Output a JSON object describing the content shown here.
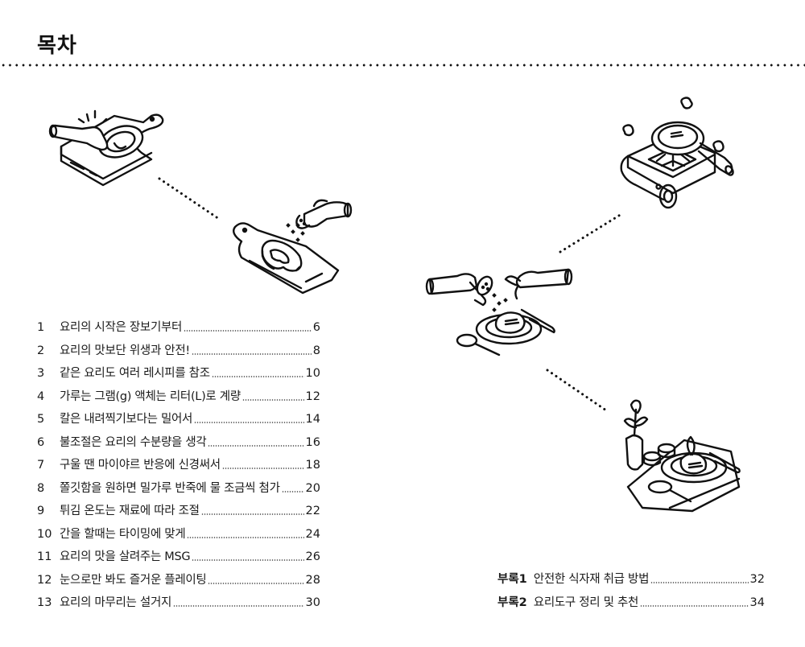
{
  "page": {
    "title": "목차"
  },
  "toc": [
    {
      "num": "1",
      "label": "요리의 시작은 장보기부터",
      "page": "6"
    },
    {
      "num": "2",
      "label": "요리의 맛보단 위생과 안전!",
      "page": "8"
    },
    {
      "num": "3",
      "label": "같은 요리도 여러 레시피를 참조",
      "page": "10"
    },
    {
      "num": "4",
      "label": "가루는 그램(g) 액체는 리터(L)로 계량",
      "page": "12"
    },
    {
      "num": "5",
      "label": "칼은 내려찍기보다는 밀어서",
      "page": "14"
    },
    {
      "num": "6",
      "label": "불조절은 요리의 수분량을 생각",
      "page": "16"
    },
    {
      "num": "7",
      "label": "구울 땐 마이야르 반응에 신경써서",
      "page": "18"
    },
    {
      "num": "8",
      "label": "쫄깃함을 원하면 밀가루 반죽에 물 조금씩 첨가",
      "page": "20"
    },
    {
      "num": "9",
      "label": "튀김 온도는 재료에 따라 조절",
      "page": "22"
    },
    {
      "num": "10",
      "label": "간을 할때는 타이밍에 맞게",
      "page": "24"
    },
    {
      "num": "11",
      "label": "요리의 맛을 살려주는 MSG",
      "page": "26"
    },
    {
      "num": "12",
      "label": "눈으로만 봐도 즐거운 플레이팅",
      "page": "28"
    },
    {
      "num": "13",
      "label": "요리의 마무리는 설거지",
      "page": "30"
    }
  ],
  "appendix": [
    {
      "num": "부록1",
      "label": "안전한 식자재 취급 방법",
      "page": "32"
    },
    {
      "num": "부록2",
      "label": "요리도구 정리 및 추천",
      "page": "34"
    }
  ],
  "illustrations": [
    {
      "id": "cutting-meat",
      "icon": "hand-pressing-meat-on-cutting-board-icon"
    },
    {
      "id": "seasoning-meat",
      "icon": "salt-shaker-over-meat-on-board-icon"
    },
    {
      "id": "pan-on-stove",
      "icon": "frying-pan-on-portable-stove-icon"
    },
    {
      "id": "seasoning-plate",
      "icon": "hands-seasoning-plated-steak-icon"
    },
    {
      "id": "plated-table",
      "icon": "table-setting-with-flower-icon"
    }
  ]
}
